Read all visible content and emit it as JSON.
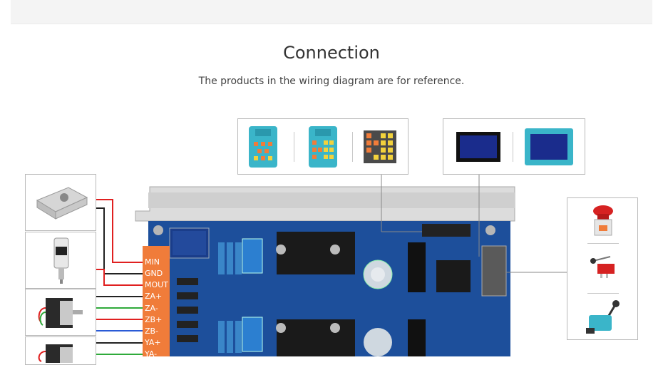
{
  "section": {
    "title": "Connection",
    "subtitle": "The products in the wiring diagram are for reference."
  },
  "terminals": [
    "MIN",
    "GND",
    "MOUT",
    "ZA+",
    "ZA-",
    "ZB+",
    "ZB-",
    "YA+",
    "YA-"
  ],
  "colors": {
    "board": "#1d4f9b",
    "terminal_block": "#f07c3a",
    "wire_red": "#e02020",
    "wire_black": "#222222",
    "wire_green": "#2faa3a",
    "wire_blue": "#2a5bd6",
    "pendant": "#3ab5c9",
    "lcd": "#1a2c8c"
  }
}
